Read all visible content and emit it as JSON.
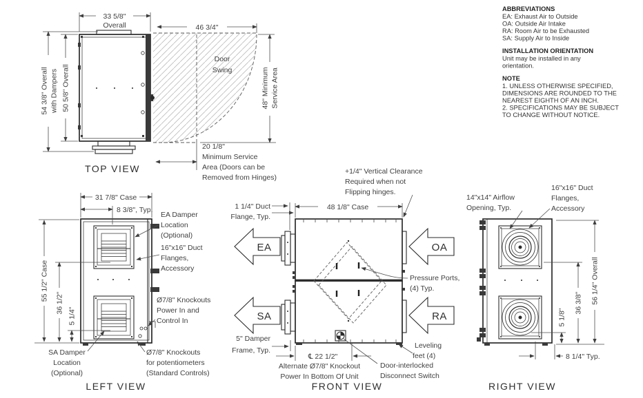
{
  "colors": {
    "line": "#2a2a2a",
    "dim_line": "#4d4d4d",
    "text": "#3f3f3f",
    "hatch": "#bcbcbc",
    "background": "#ffffff"
  },
  "notes": {
    "sections": [
      {
        "title": "ABBREVIATIONS",
        "lines": [
          "EA: Exhaust Air to Outside",
          "OA: Outside Air Intake",
          "RA: Room Air to be Exhausted",
          "SA: Supply Air to Inside"
        ]
      },
      {
        "title": "INSTALLATION ORIENTATION",
        "lines": [
          "Unit may be installed in any",
          "orientation."
        ]
      },
      {
        "title": "NOTE",
        "lines": [
          "1. UNLESS OTHERWISE SPECIFIED,",
          "DIMENSIONS ARE ROUNDED TO THE",
          "NEAREST EIGHTH OF AN INCH.",
          "2. SPECIFICATIONS MAY BE SUBJECT",
          "TO CHANGE WITHOUT NOTICE."
        ]
      }
    ]
  },
  "top_view": {
    "title": "TOP VIEW",
    "overall_width": {
      "l1": "33 5/8\"",
      "l2": "Overall"
    },
    "service_width": "46 3/4\"",
    "overall_with_dampers": {
      "l1": "54 3/8\" Overall",
      "l2": "with Dampers"
    },
    "overall_depth": "50 5/8\" Overall",
    "min_service_height": {
      "l1": "48\" Minimum",
      "l2": "Service Area"
    },
    "door_swing": {
      "l1": "Door",
      "l2": "Swing"
    },
    "min_service_front": {
      "l1": "20 1/8\"",
      "l2": "Minimum Service",
      "l3": "Area (Doors can be",
      "l4": "Removed from Hinges)"
    }
  },
  "left_view": {
    "title": "LEFT VIEW",
    "case_width": "31 7/8\" Case",
    "flange_offset": "8 3/8\", Typ.",
    "case_height": "55 1/2\" Case",
    "dim_36": "36 1/2\"",
    "dim_5": "5 1/4\"",
    "ea_damper": {
      "l1": "EA Damper",
      "l2": "Location",
      "l3": "(Optional)"
    },
    "duct_flanges": {
      "l1": "16\"x16\" Duct",
      "l2": "Flanges,",
      "l3": "Accessory"
    },
    "knockouts_power": {
      "l1": "Ø7/8\" Knockouts",
      "l2": "Power In and",
      "l3": "Control In"
    },
    "sa_damper": {
      "l1": "SA Damper",
      "l2": "Location",
      "l3": "(Optional)"
    },
    "knockouts_pots": {
      "l1": "Ø7/8\" Knockouts",
      "l2": "for potentiometers",
      "l3": "(Standard Controls)"
    }
  },
  "front_view": {
    "title": "FRONT VIEW",
    "clearance": {
      "l1": "+1/4\" Vertical Clearance",
      "l2": "Required when not",
      "l3": "Flipping hinges."
    },
    "case_width": "48 1/8\" Case",
    "duct_flange": {
      "l1": "1 1/4\" Duct",
      "l2": "Flange, Typ."
    },
    "damper_frame": {
      "l1": "5\" Damper",
      "l2": "Frame, Typ."
    },
    "arrows": {
      "ea": "EA",
      "oa": "OA",
      "sa": "SA",
      "ra": "RA"
    },
    "pressure_ports": {
      "l1": "Pressure Ports,",
      "l2": "(4) Typ."
    },
    "leveling": {
      "l1": "Leveling",
      "l2": "feet (4)"
    },
    "centerline_dim": "℄ 22 1/2\"",
    "alt_knockout": {
      "l1": "Alternate Ø7/8\" Knockout",
      "l2": "Power In Bottom Of Unit"
    },
    "disconnect": {
      "l1": "Door-interlocked",
      "l2": "Disconnect Switch"
    }
  },
  "right_view": {
    "title": "RIGHT VIEW",
    "airflow_opening": {
      "l1": "14\"x14\" Airflow",
      "l2": "Opening, Typ."
    },
    "duct_flanges": {
      "l1": "16\"x16\" Duct",
      "l2": "Flanges,",
      "l3": "Accessory"
    },
    "overall_height": "56 1/4\" Overall",
    "dim_36": "36 3/8\"",
    "dim_5": "5 1/8\"",
    "flange_offset": "8 1/4\" Typ."
  }
}
